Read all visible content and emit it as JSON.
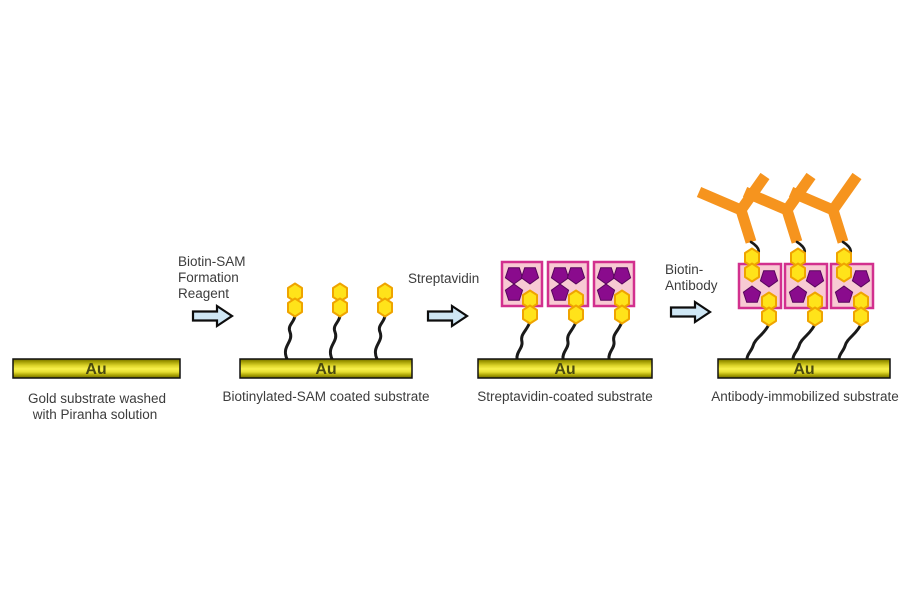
{
  "figure": {
    "substrate_label": "Au",
    "stage1": {
      "caption_line1": "Gold substrate washed",
      "caption_line2": "with Piranha solution"
    },
    "stage2": {
      "caption": "Biotinylated-SAM coated substrate"
    },
    "stage3": {
      "caption": "Streptavidin-coated substrate"
    },
    "stage4": {
      "caption": "Antibody-immobilized substrate"
    },
    "arrow1": {
      "line1": "Biotin-SAM",
      "line2": "Formation",
      "line3": "Reagent"
    },
    "arrow2": {
      "line1": "Streptavidin"
    },
    "arrow3": {
      "line1": "Biotin-",
      "line2": "Antibody"
    },
    "colors": {
      "gold_dark": "#6f6b00",
      "gold_bright": "#f7f04c",
      "arrow_fill": "#cfe7f5",
      "biotin_fill": "#ffe31a",
      "biotin_stroke": "#efa400",
      "streptavidin_fill": "#f8cad3",
      "streptavidin_stroke": "#d2308e",
      "pentagon_fill": "#8a0b8d",
      "antibody_orange": "#f6941e",
      "chain_black": "#1a1a1a",
      "text": "#3c3c3c"
    }
  }
}
